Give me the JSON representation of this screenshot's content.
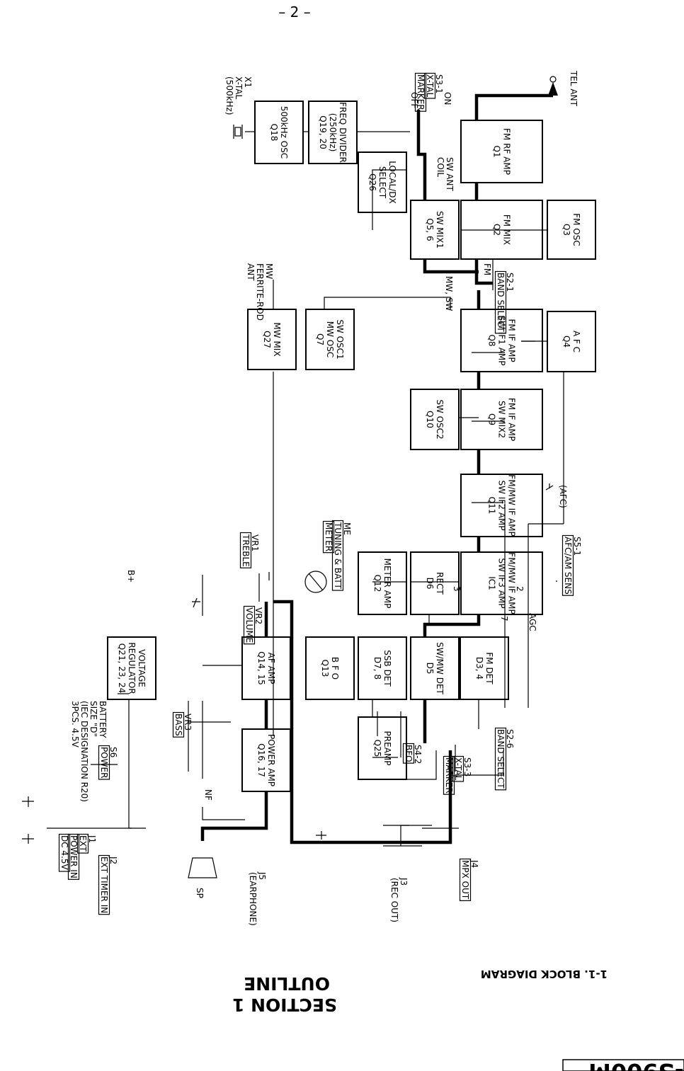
{
  "page_number": "– 2 –",
  "model_fragment": "-S900M",
  "heading": "1-1.  BLOCK DIAGRAM",
  "section_title": "SECTION 1",
  "section_subtitle": "OUTLINE",
  "blocks": {
    "fm_rf_amp": [
      "FM RF AMP",
      "Q1"
    ],
    "fm_mix": [
      "FM MIX",
      "Q2"
    ],
    "fm_osc": [
      "FM OSC",
      "Q3"
    ],
    "afc": [
      "A F C",
      "Q4"
    ],
    "sw_mix1": [
      "SW MIX1",
      "Q5, 6"
    ],
    "local_dx": [
      "LOCAL/DX",
      "SELECT",
      "Q26"
    ],
    "freq_div": [
      "FREQ DIVIDER",
      "(250kHz)",
      "Q19, 20"
    ],
    "osc500": [
      "500kHz OSC",
      "Q18"
    ],
    "sw_osc1": [
      "SW OSC1",
      "MW OSC",
      "Q7"
    ],
    "mw_mix": [
      "MW MIX",
      "Q27"
    ],
    "if_amp1": [
      "FM IF AMP",
      "SW IF1 AMP",
      "Q8"
    ],
    "if_amp2": [
      "FM IF AMP",
      "SW MIX2",
      "Q9"
    ],
    "sw_osc2": [
      "SW OSC2",
      "Q10"
    ],
    "if_amp3": [
      "FM/MW IF AMP",
      "SW IF2 AMP",
      "Q11"
    ],
    "if_amp4": [
      "FM/MW IF AMP",
      "SW IF3 AMP",
      "IC1"
    ],
    "rect": [
      "RECT",
      "D6"
    ],
    "meter_amp": [
      "METER AMP",
      "Q12"
    ],
    "fm_det": [
      "FM DET",
      "D3, 4"
    ],
    "swmw_det": [
      "SW/MW DET",
      "D5"
    ],
    "ssb_det": [
      "SSB DET",
      "D7, 8"
    ],
    "bfo": [
      "B F O",
      "Q13"
    ],
    "preamp": [
      "PREAMP",
      "Q25"
    ],
    "af_amp": [
      "AF AMP",
      "Q14, 15"
    ],
    "power_amp": [
      "POWER AMP",
      "Q16, 17"
    ],
    "vreg": [
      "VOLTAGE",
      "REGULATOR",
      "Q21, 23, 24"
    ]
  },
  "labels": {
    "tel_ant": "TEL ANT",
    "s3_1": [
      "S3-1",
      "X-TAL",
      "MARKER"
    ],
    "x1": [
      "X1",
      "X-TAL",
      "(500kHz)"
    ],
    "on": "ON",
    "off": "OFF",
    "sw_ant_coil": [
      "SW ANT",
      "COIL"
    ],
    "s2_1": [
      "S2-1",
      "BAND SELECT"
    ],
    "fm": "FM",
    "mw_sw": "MW, SW",
    "mw_ant": [
      "MW",
      "FERRITE-ROD",
      "ANT"
    ],
    "s5_1": [
      "S5-1",
      "AFC/AM SENS"
    ],
    "afc_sw": "(AFC)",
    "agc": "AGC",
    "me": [
      "ME",
      "TUNING & BATT",
      "METER"
    ],
    "vr1": [
      "VR1",
      "TREBLE"
    ],
    "vr2": [
      "VR2",
      "VOLUME"
    ],
    "vr3": [
      "VR3",
      "BASS"
    ],
    "nf": "NF",
    "b_plus": "B+",
    "s2_6": [
      "S2-6",
      "BAND SELECT"
    ],
    "s3_3": [
      "S3-3",
      "X-TAL",
      "MARKER"
    ],
    "s4_2": [
      "S4-2",
      "BFO"
    ],
    "s6": [
      "S6",
      "POWER"
    ],
    "battery": [
      "BATTERY",
      "SIZE \"D\"",
      "(IEC DESIGNATION R20)",
      "3PCS. 4.5V"
    ],
    "j1": [
      "J1",
      "EXT",
      "POWER IN",
      "DC 4.5V"
    ],
    "j2": [
      "J2",
      "EXT TIMER IN"
    ],
    "j3": [
      "J3",
      "(REC OUT)"
    ],
    "j4": [
      "J4",
      "MPX OUT"
    ],
    "j5": [
      "J5",
      "(EARPHONE)"
    ],
    "sp": "SP",
    "pin2": "2",
    "pin3": "3",
    "pin7": "7"
  }
}
